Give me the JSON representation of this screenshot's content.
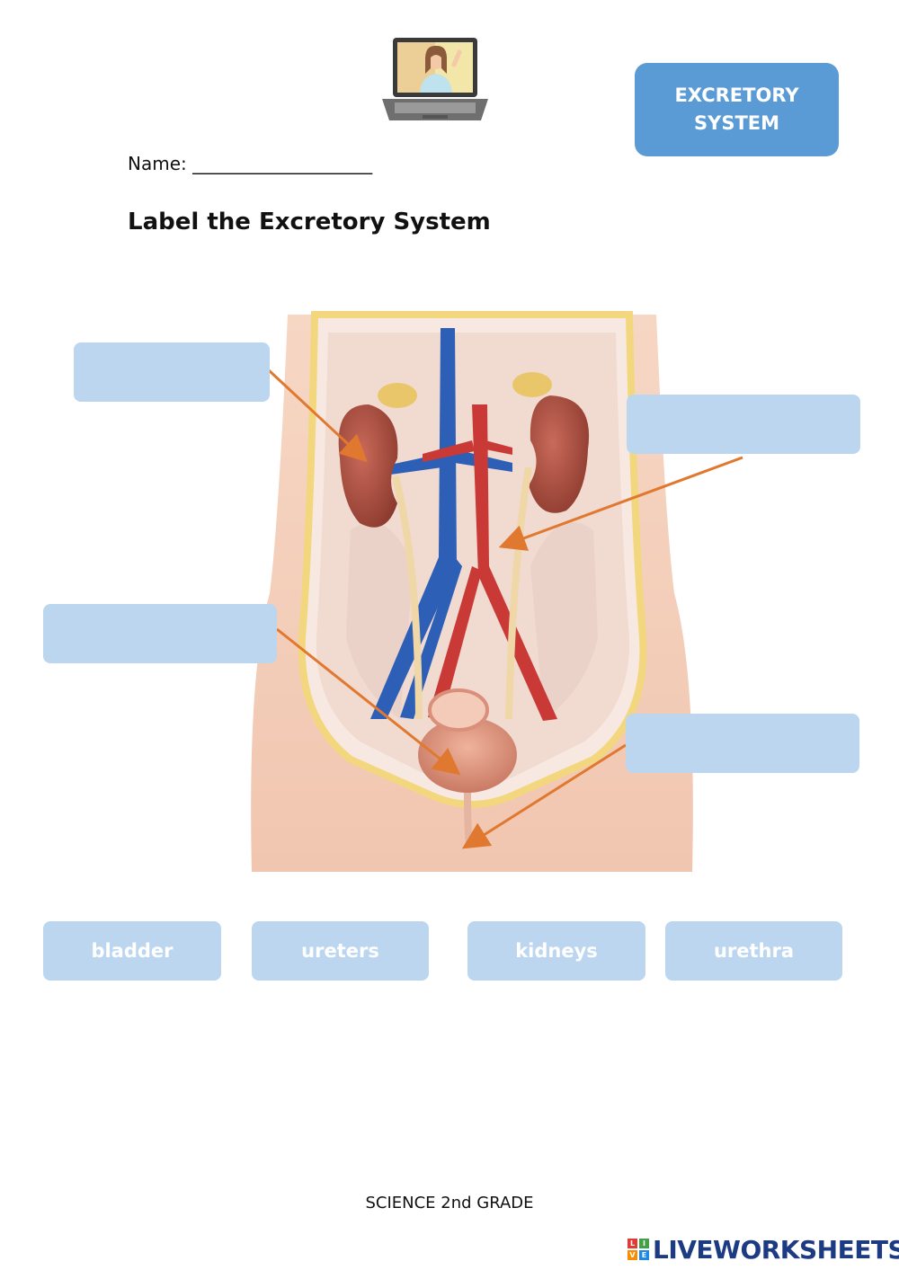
{
  "header": {
    "badge": "EXCRETORY\nSYSTEM",
    "name_label": "Name: ____________________",
    "title": "Label the Excretory System"
  },
  "diagram": {
    "answer_boxes": [
      {
        "id": "kidneys-target",
        "value": ""
      },
      {
        "id": "ureters-target",
        "value": ""
      },
      {
        "id": "bladder-target",
        "value": ""
      },
      {
        "id": "urethra-target",
        "value": ""
      }
    ]
  },
  "word_bank": [
    "bladder",
    "ureters",
    "kidneys",
    "urethra"
  ],
  "footer": {
    "subject": "SCIENCE 2nd GRADE",
    "brand": "LIVEWORKSHEETS",
    "brand_letters": [
      "L",
      "I",
      "V",
      "E"
    ]
  },
  "colors": {
    "badge": "#5b9bd5",
    "answer_box": "#bcd6ef",
    "leader_line": "#e0782f",
    "brand": "#1d3b83"
  },
  "icons": [
    "teacher-laptop-icon",
    "liveworksheets-logo-icon"
  ]
}
